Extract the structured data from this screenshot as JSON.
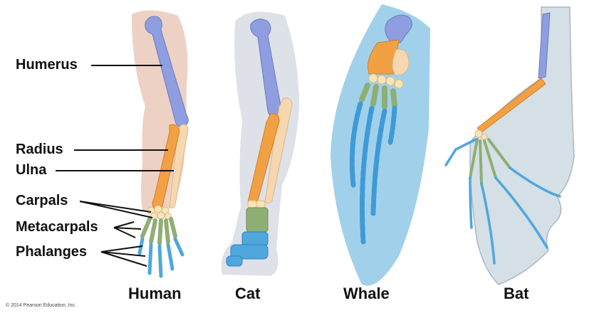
{
  "labels": {
    "humerus": "Humerus",
    "radius": "Radius",
    "ulna": "Ulna",
    "carpals": "Carpals",
    "metacarpals": "Metacarpals",
    "phalanges": "Phalanges"
  },
  "species": {
    "human": "Human",
    "cat": "Cat",
    "whale": "Whale",
    "bat": "Bat"
  },
  "credit": "© 2014 Pearson Education, Inc.",
  "colors": {
    "humerus": "#8e9ee0",
    "radius": "#f2a044",
    "ulna": "#f7d7b0",
    "carpals": "#f8e4b8",
    "metacarpals": "#8fae74",
    "phalanges": "#4fa7dd",
    "human_skin": "#e8c2b2",
    "cat_fur": "#d8dde4",
    "whale_skin": "#6fb8df",
    "bat_wing": "#d4dfe6"
  }
}
